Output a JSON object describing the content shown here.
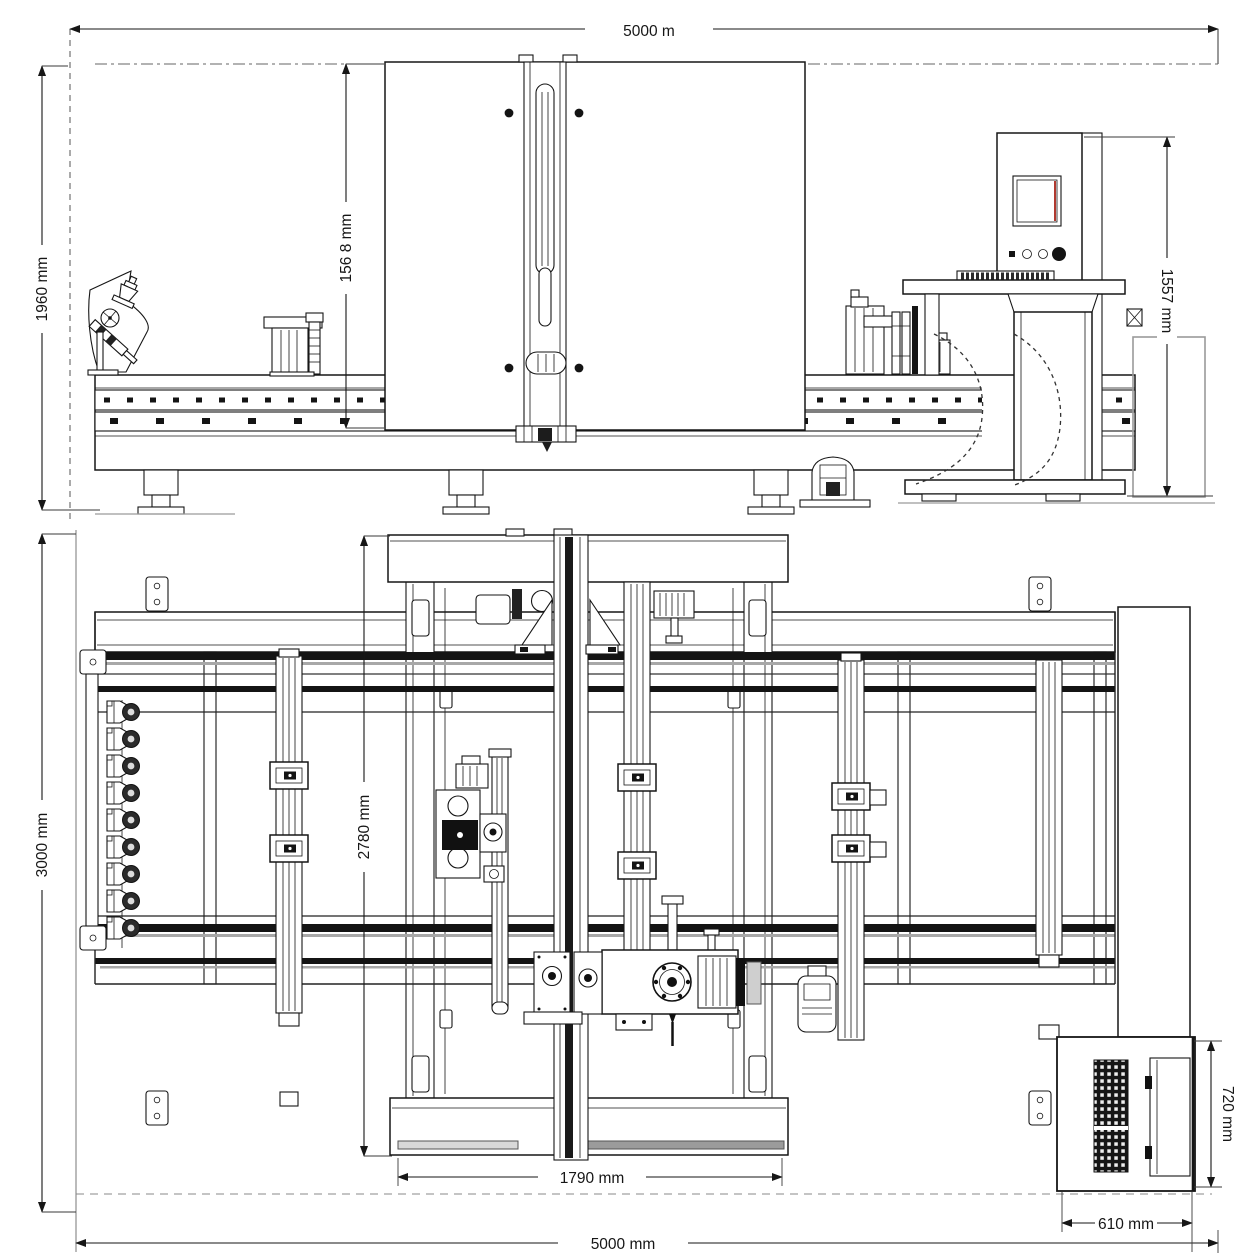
{
  "dimensions": {
    "overall_width_top": "5000 m",
    "elevation_height": "1960 mm",
    "gantry_height": "156 8 mm",
    "console_height": "1557 mm",
    "plan_depth": "3000 mm",
    "gantry_depth": "2780 mm",
    "gantry_base_width": "1790 mm",
    "overall_width_bottom": "5000 mm",
    "console_depth": "720 mm",
    "console_width": "610 mm"
  }
}
